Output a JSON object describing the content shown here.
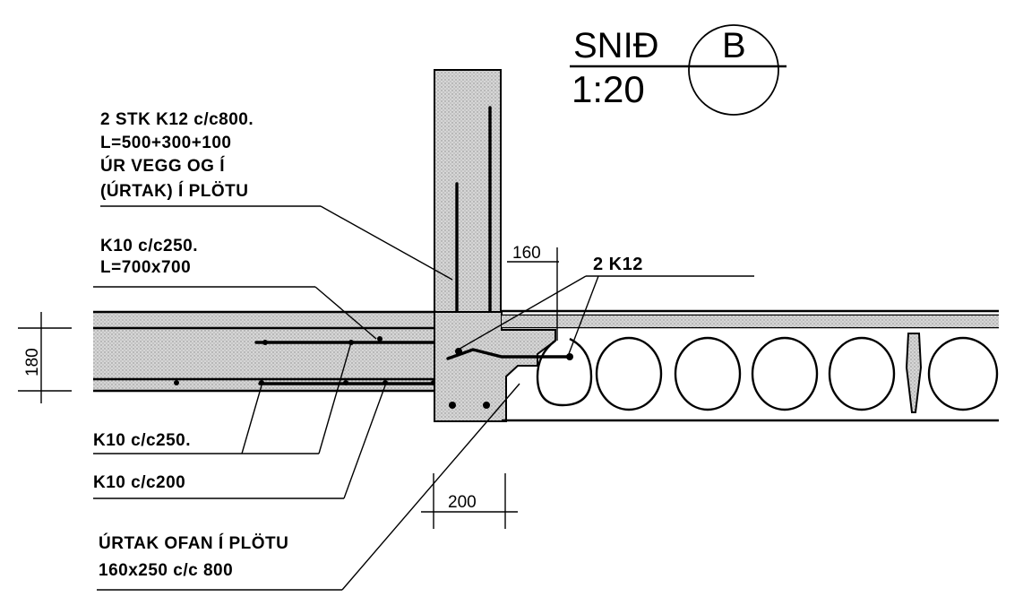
{
  "section": {
    "title": "SNIÐ",
    "letter": "B",
    "scale": "1:20"
  },
  "notes": {
    "anchor_bars": [
      "2 STK K12 c/c800.",
      "L=500+300+100",
      "ÚR VEGG OG Í",
      "(ÚRTAK) Í PLÖTU"
    ],
    "corner_bars": [
      "K10 c/c250.",
      "L=700x700"
    ],
    "top_k12": "2 K12",
    "bottom_bars_1": "K10 c/c250.",
    "bottom_bars_2": "K10 c/c200",
    "recess": [
      "ÚRTAK OFAN Í PLÖTU",
      "160x250 c/c 800"
    ]
  },
  "dimensions": {
    "slab_thickness": "180",
    "wall_gap": "160",
    "support_width": "200"
  },
  "colors": {
    "line": "#000000",
    "background": "#ffffff",
    "concrete_fill": "#d9d9d9"
  }
}
